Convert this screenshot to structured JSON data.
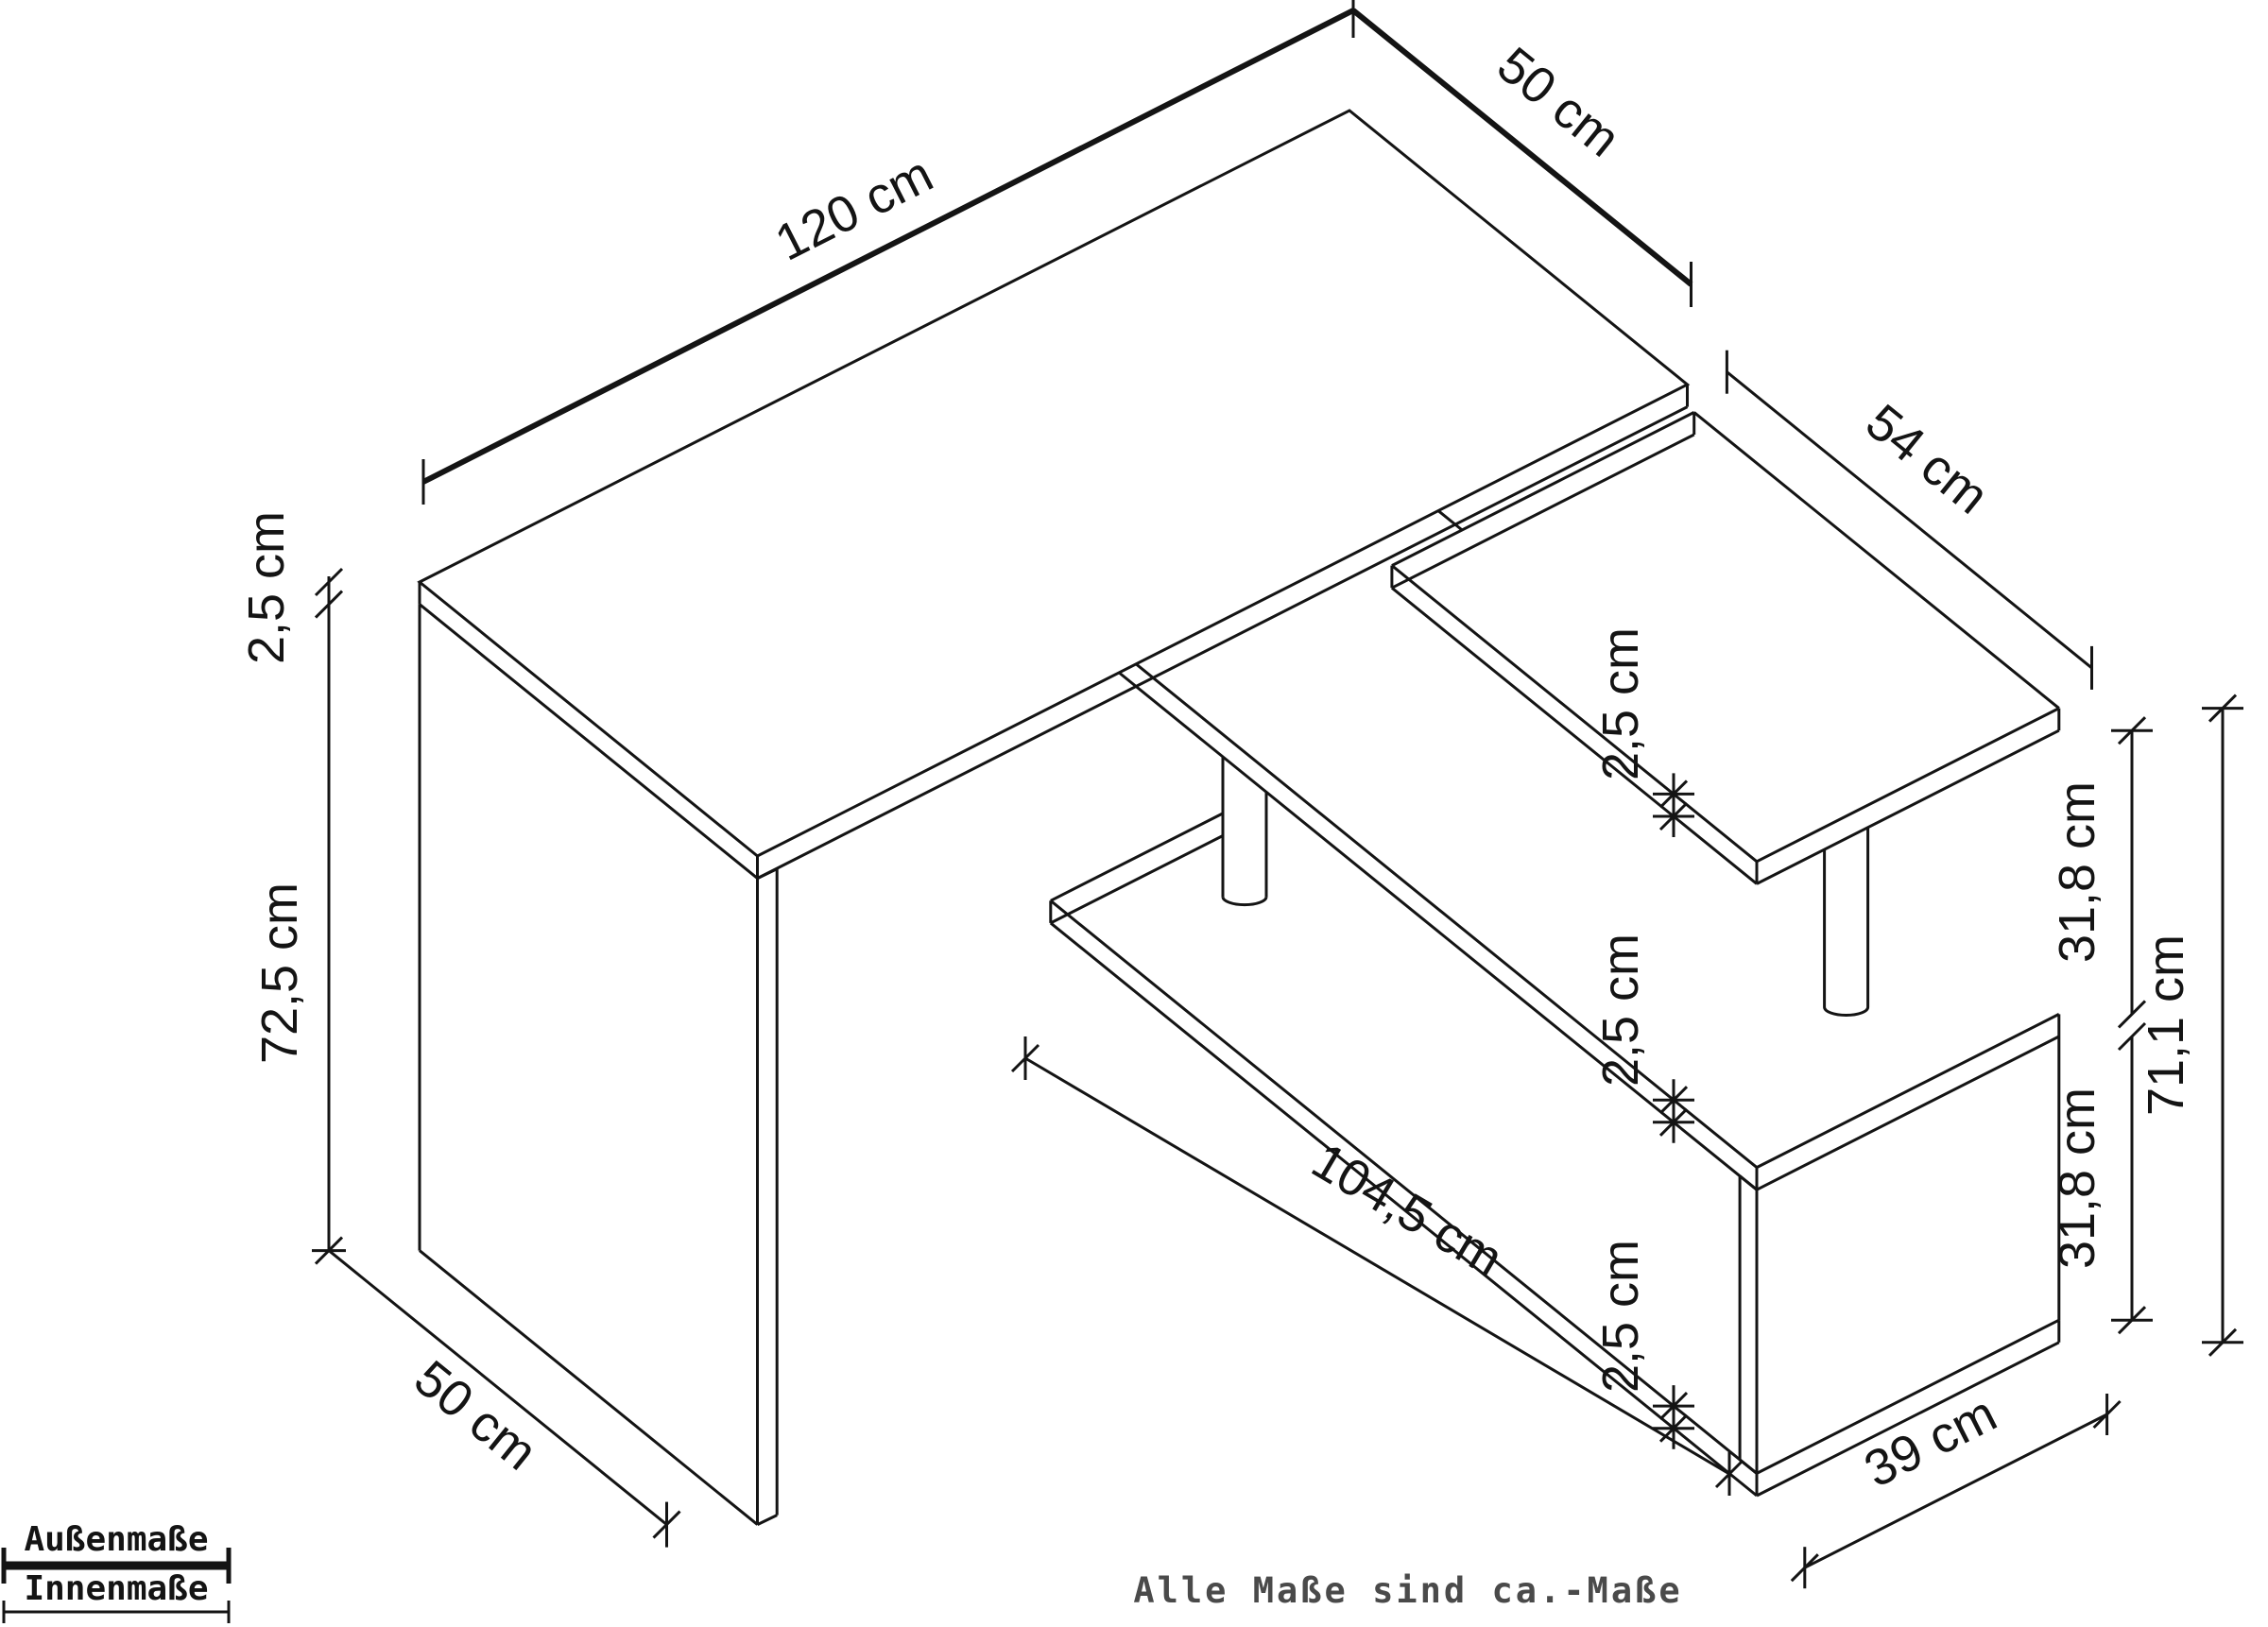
{
  "note": "Alle Maße sind ca.-Maße",
  "legend": {
    "outer_label": "Außenmaße",
    "inner_label": "Innenmaße"
  },
  "dimensions": {
    "desk_length": "120 cm",
    "desk_depth": "50 cm",
    "desk_top_thickness": "2,5 cm",
    "desk_height": "72,5 cm",
    "side_panel_depth": "50 cm",
    "top_shelf_length": "54 cm",
    "top_shelf_thickness": "2,5 cm",
    "middle_shelf_thickness": "2,5 cm",
    "bottom_shelf_thickness": "2,5 cm",
    "upper_compartment_height": "31,8 cm",
    "lower_compartment_height": "31,8 cm",
    "shelf_unit_height": "71,1 cm",
    "bottom_shelf_length": "104,5 cm",
    "shelf_unit_width": "39 cm"
  },
  "colors": {
    "line": "#141414",
    "note_text": "#4a4a4a",
    "background": "#ffffff"
  }
}
